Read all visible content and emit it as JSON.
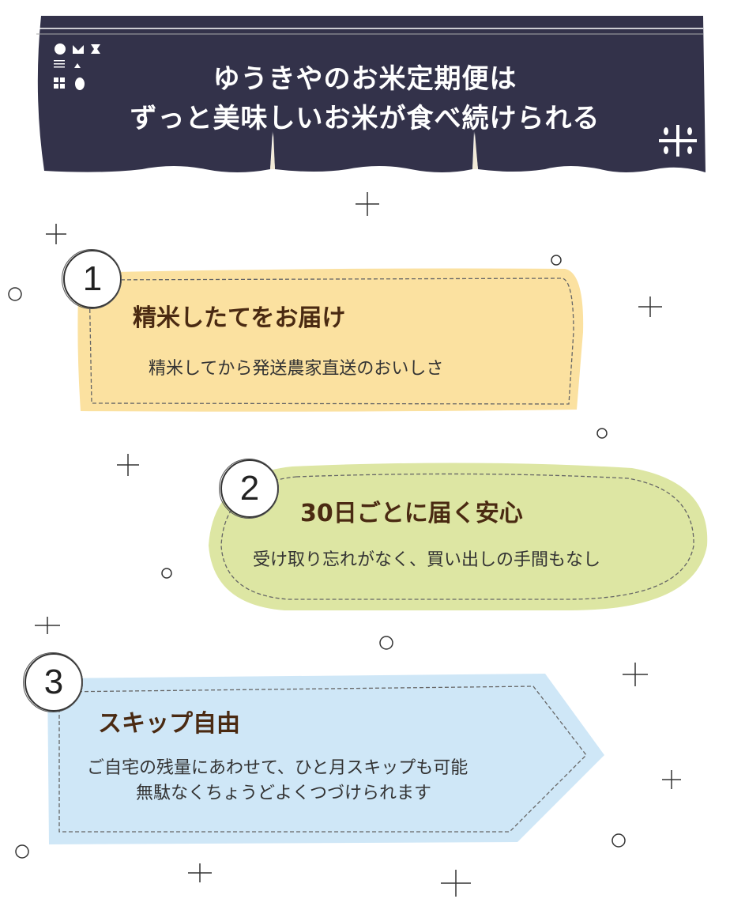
{
  "header": {
    "title_line1": "ゆうきやのお米定期便は",
    "title_line2": "ずっと美味しいお米が食べ続けられる",
    "colors": {
      "banner": "#33324a"
    }
  },
  "features": [
    {
      "number": "1",
      "heading": "精米したてをお届け",
      "text": [
        "精米してから発送農家直送のおいしさ"
      ],
      "color": "#fbe1a0"
    },
    {
      "number": "2",
      "heading": "30日ごとに届く安心",
      "text": [
        "受け取り忘れがなく、買い出しの手間もなし"
      ],
      "color": "#dde6a3"
    },
    {
      "number": "3",
      "heading": "スキップ自由",
      "text": [
        "ご自宅の残量にあわせて、ひと月スキップも可能",
        "無駄なくちょうどよくつづけられます"
      ],
      "color": "#cfe7f7"
    }
  ]
}
